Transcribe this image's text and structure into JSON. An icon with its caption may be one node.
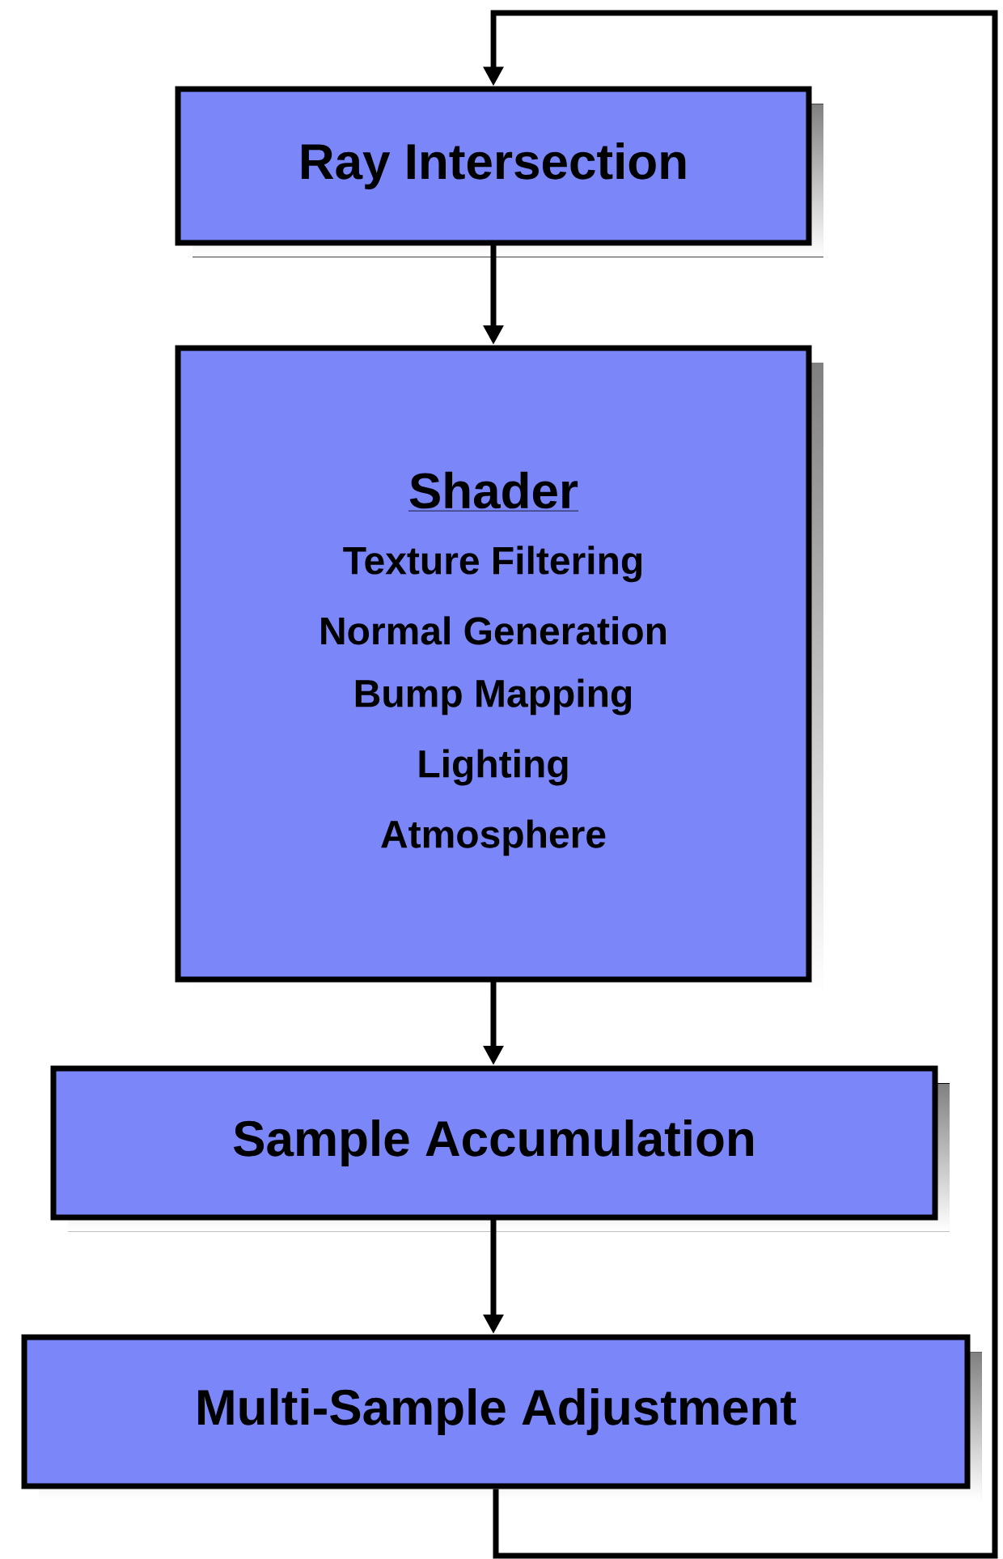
{
  "diagram": {
    "nodes": [
      {
        "text": [
          "Ray Intersection"
        ]
      },
      {
        "text": [
          "Shader",
          "Texture Filtering",
          "Normal Generation",
          "Bump Mapping",
          "Lighting",
          "Atmosphere"
        ]
      },
      {
        "text": [
          "Sample Accumulation"
        ]
      },
      {
        "text": [
          "Multi-Sample Adjustment"
        ]
      }
    ],
    "edges": [
      {
        "from": 0,
        "to": 1,
        "arrow": "to"
      },
      {
        "from": 1,
        "to": 2,
        "arrow": "to"
      },
      {
        "from": 2,
        "to": 3,
        "arrow": "to"
      },
      {
        "from": 3,
        "to": 0,
        "arrow": "to"
      }
    ]
  }
}
